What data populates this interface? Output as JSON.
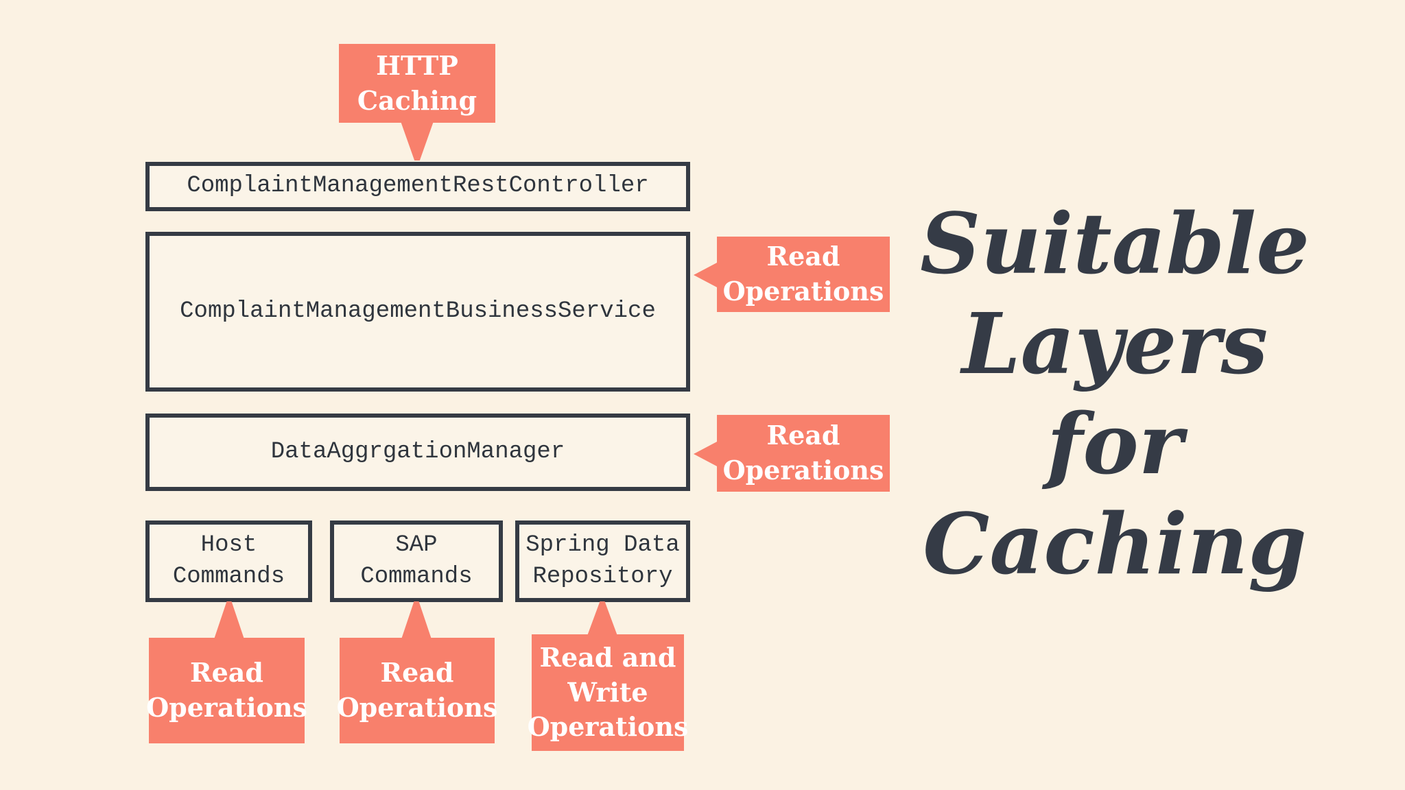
{
  "colors": {
    "background": "#FBF2E3",
    "box_fill": "#FBF4E8",
    "ink": "#353B44",
    "accent_salmon": "#F8806C",
    "callout_text": "#FFFFFF"
  },
  "title": {
    "lines": [
      "Suitable",
      "Layers",
      "for",
      "Caching"
    ]
  },
  "layers": {
    "rest_controller": "ComplaintManagementRestController",
    "business_service": "ComplaintManagementBusinessService",
    "data_aggregation_manager": "DataAggrgationManager",
    "host_commands": "Host\nCommands",
    "sap_commands": "SAP\nCommands",
    "spring_data_repository": "Spring Data\nRepository"
  },
  "callouts": {
    "http_caching": "HTTP\nCaching",
    "read_ops_business_service": "Read\nOperations",
    "read_ops_aggregation_manager": "Read\nOperations",
    "read_ops_host_commands": "Read\nOperations",
    "read_ops_sap_commands": "Read\nOperations",
    "read_write_ops_repository": "Read and\nWrite\nOperations"
  }
}
